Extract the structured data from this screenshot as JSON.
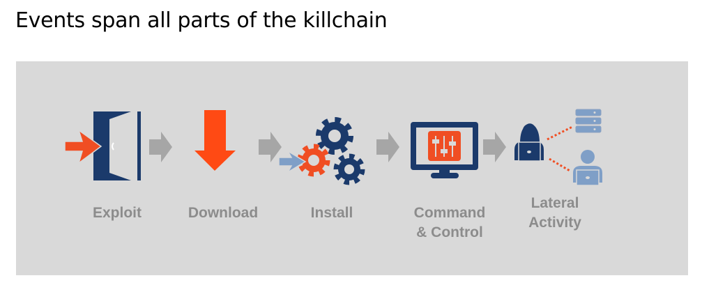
{
  "title": "Events span all parts of the killchain",
  "stages": [
    {
      "label": "Exploit",
      "icon": "door-entry-icon"
    },
    {
      "label": "Download",
      "icon": "download-arrow-icon"
    },
    {
      "label": "Install",
      "icon": "gears-icon"
    },
    {
      "label_line1": "Command",
      "label_line2": "& Control",
      "icon": "monitor-controls-icon"
    },
    {
      "label_line1": "Lateral",
      "label_line2": "Activity",
      "icon": "lateral-network-icon"
    }
  ],
  "colors": {
    "navy": "#1b3a6b",
    "orange": "#f04e23",
    "light_blue": "#7f9fc7",
    "grey_arrow": "#a6a6a6",
    "panel": "#d9d9d9",
    "label": "#8c8c8c"
  }
}
